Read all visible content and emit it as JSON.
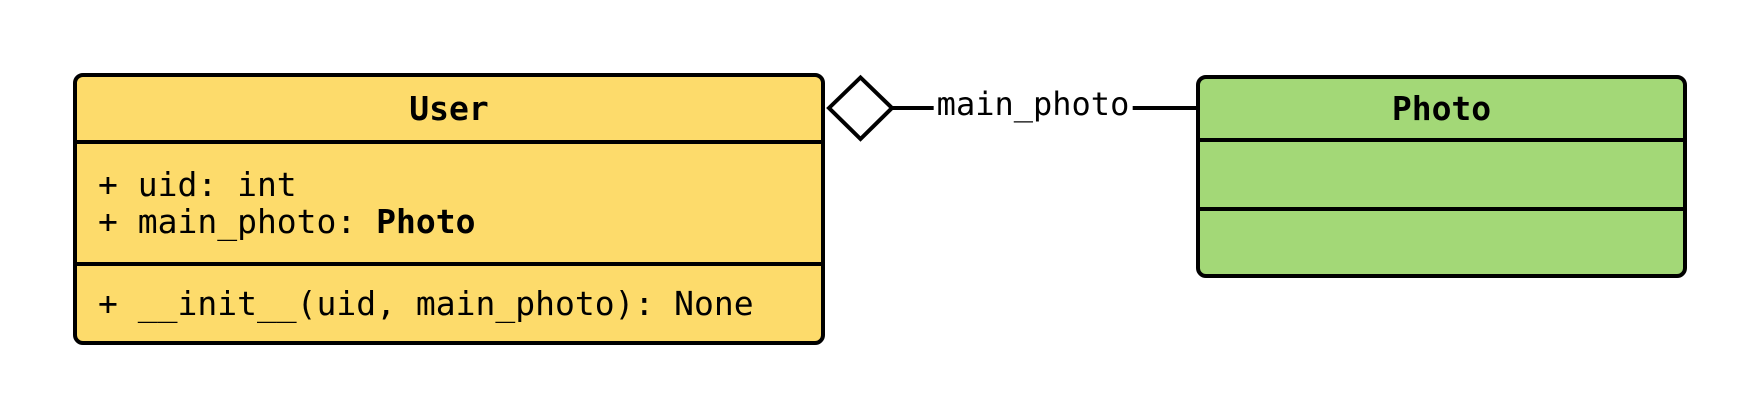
{
  "diagram": {
    "type": "uml-class-diagram",
    "background": "#ffffff",
    "stroke_color": "#000000",
    "classes": [
      {
        "name": "User",
        "fill": "#FDDB6B",
        "attributes": [
          {
            "text": "+ uid: int",
            "type": ""
          },
          {
            "text": "+ main_photo: ",
            "type": "Photo"
          }
        ],
        "methods": [
          {
            "text": "+ __init__(uid, main_photo): None",
            "type": ""
          }
        ]
      },
      {
        "name": "Photo",
        "fill": "#A3D877",
        "attributes": [],
        "methods": []
      }
    ],
    "relationship": {
      "kind": "aggregation",
      "label": "main_photo",
      "source": "User",
      "target": "Photo",
      "line_color": "#000000",
      "diamond_fill": "#FFFFFF"
    }
  }
}
